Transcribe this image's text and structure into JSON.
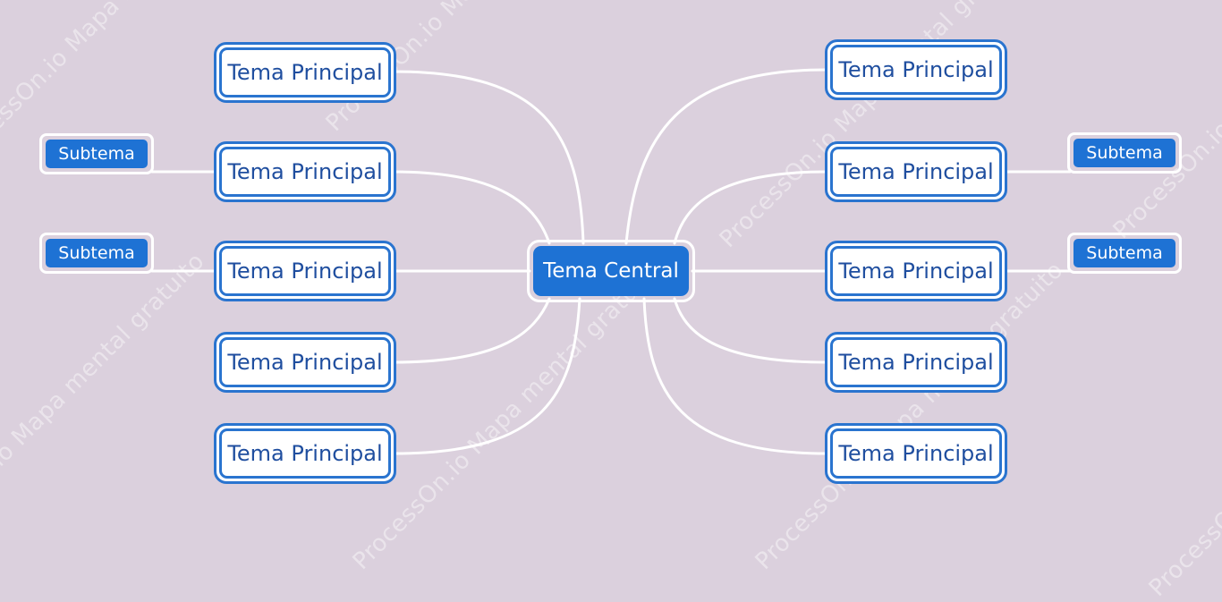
{
  "diagram": {
    "central": {
      "label": "Tema Central"
    },
    "left_topics": [
      {
        "label": "Tema Principal"
      },
      {
        "label": "Tema Principal",
        "subtopic": "Subtema"
      },
      {
        "label": "Tema Principal",
        "subtopic": "Subtema"
      },
      {
        "label": "Tema Principal"
      },
      {
        "label": "Tema Principal"
      }
    ],
    "right_topics": [
      {
        "label": "Tema Principal"
      },
      {
        "label": "Tema Principal",
        "subtopic": "Subtema"
      },
      {
        "label": "Tema Principal",
        "subtopic": "Subtema"
      },
      {
        "label": "Tema Principal"
      },
      {
        "label": "Tema Principal"
      }
    ]
  },
  "watermark": {
    "text": "ProcessOn.io Mapa mental gratuito"
  },
  "colors": {
    "background": "#dbd0dd",
    "node_border": "#2a74cf",
    "node_text": "#1f4e9f",
    "fill_blue": "#1e72d4",
    "connector": "#ffffff"
  }
}
